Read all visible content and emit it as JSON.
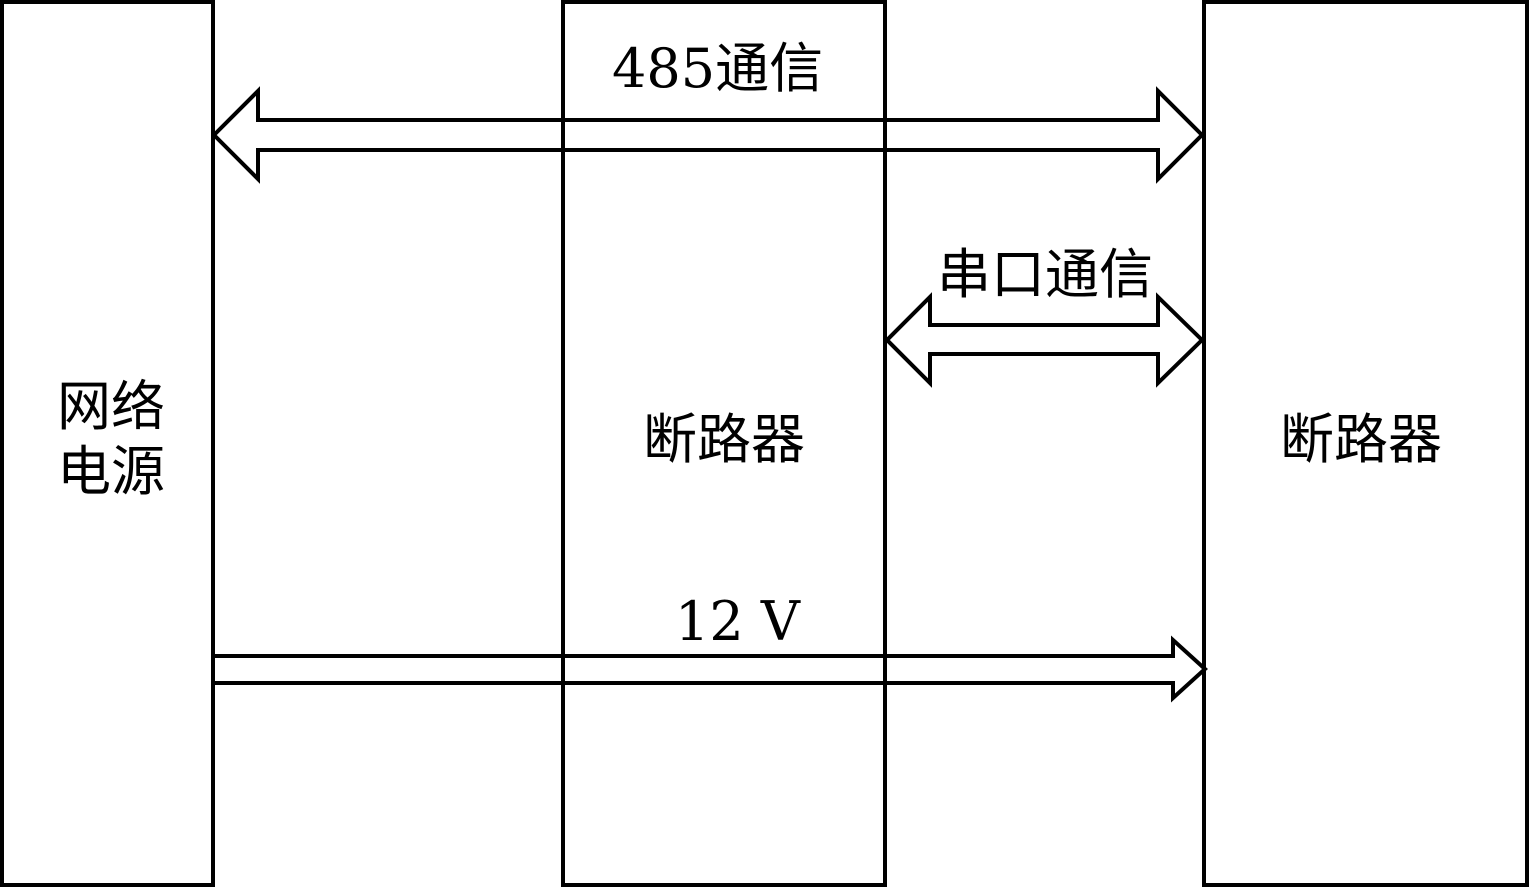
{
  "blocks": {
    "power_line1": "网络",
    "power_line2": "电源",
    "breaker_middle": "断路器",
    "breaker_right": "断路器"
  },
  "links": {
    "rs485": "485通信",
    "serial": "串口通信",
    "power": "12 V"
  },
  "colors": {
    "stroke": "#000000",
    "background": "#ffffff"
  }
}
